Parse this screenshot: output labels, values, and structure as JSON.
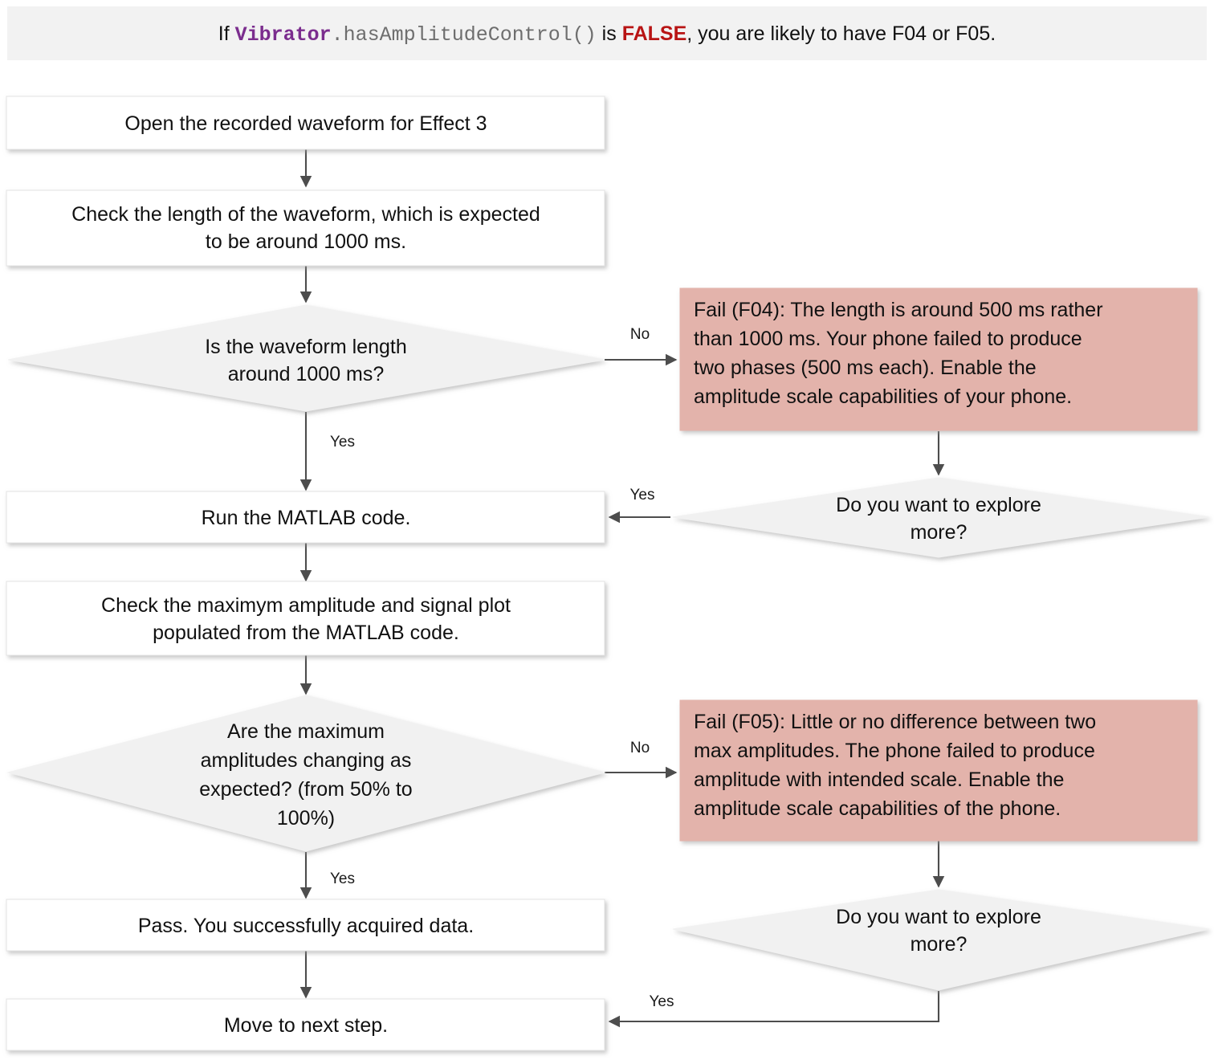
{
  "banner": {
    "prefix": "If ",
    "class_name": "Vibrator",
    "method": ".hasAmplitudeControl()",
    "middle": " is ",
    "false_kw": "FALSE",
    "suffix": ", you are likely to have F04 or F05.",
    "bg_color": "#f2f2f2",
    "keyword_color": "#7b2d8e",
    "method_color": "#6e6e6e",
    "false_color": "#b81414"
  },
  "colors": {
    "process_fill": "#ffffff",
    "process_stroke": "#e3e3e3",
    "decision_fill": "#f1f1f1",
    "fail_fill": "#e3b3ab",
    "connector": "#4d4d4d",
    "text": "#111111"
  },
  "nodes": {
    "open_waveform": {
      "label": "Open the recorded waveform for Effect 3",
      "type": "process"
    },
    "check_length": {
      "line1": "Check the length of the waveform, which is expected",
      "line2": "to be around 1000 ms.",
      "type": "process"
    },
    "decision_length": {
      "line1": "Is the waveform length",
      "line2": "around 1000 ms?",
      "type": "decision"
    },
    "fail_f04": {
      "bold": "Fail (F04)",
      "line1_rest": ": The length is around 500 ms rather",
      "line2": "than 1000 ms. Your phone failed to produce",
      "line3": "two phases (500 ms each). Enable the",
      "line4": "amplitude scale capabilities of your phone.",
      "type": "fail"
    },
    "explore_more_1": {
      "line1": "Do you want to explore",
      "line2": "more?",
      "type": "decision"
    },
    "run_matlab": {
      "label": "Run the MATLAB code.",
      "type": "process"
    },
    "check_amplitude": {
      "line1": "Check the maximym amplitude and signal plot",
      "line2": "populated from the MATLAB code.",
      "type": "process"
    },
    "decision_amplitude": {
      "line1": "Are the maximum",
      "line2": "amplitudes changing as",
      "line3": "expected? (from 50% to",
      "line4": "100%)",
      "type": "decision"
    },
    "fail_f05": {
      "bold": "Fail (F05)",
      "line1_rest": ": Little or no difference between two",
      "line2": "max amplitudes. The phone failed to produce",
      "line3": "amplitude with intended scale. Enable the",
      "line4": "amplitude scale capabilities of the phone.",
      "type": "fail"
    },
    "explore_more_2": {
      "line1": "Do you want to explore",
      "line2": "more?",
      "type": "decision"
    },
    "pass": {
      "bold": "Pass.",
      "rest": " You successfully acquired data.",
      "type": "process"
    },
    "next_step": {
      "label": "Move to next step.",
      "type": "process"
    }
  },
  "edges": {
    "length_no": "No",
    "length_yes": "Yes",
    "explore1_yes": "Yes",
    "amplitude_no": "No",
    "amplitude_yes": "Yes",
    "explore2_yes": "Yes"
  }
}
